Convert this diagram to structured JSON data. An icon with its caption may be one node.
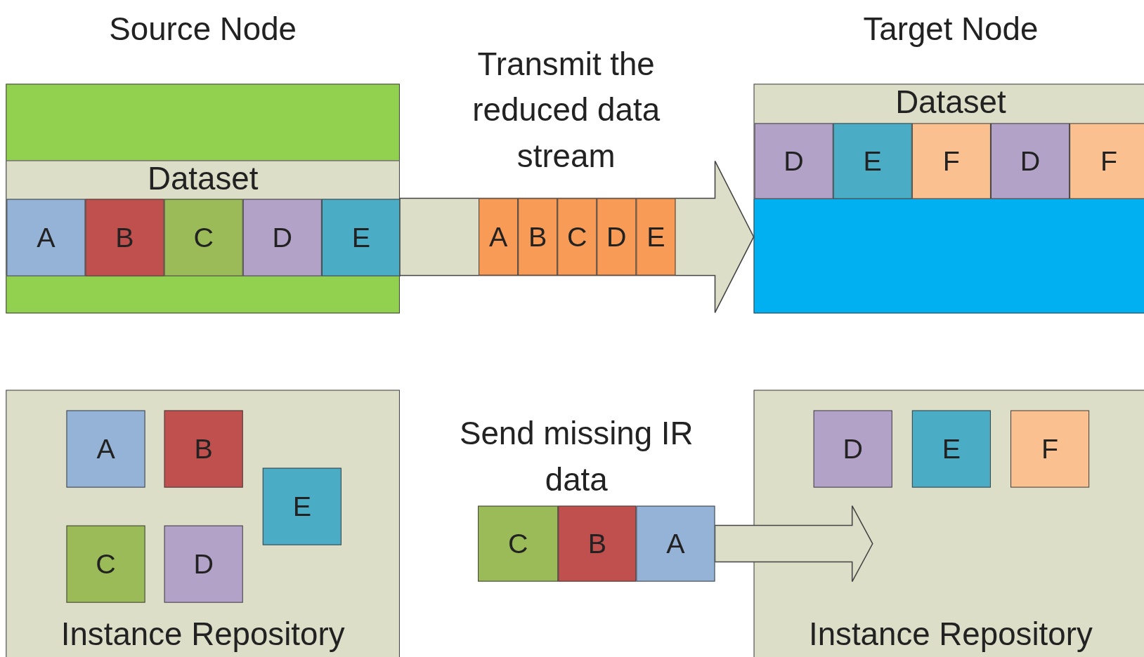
{
  "diagram": {
    "nodes": [
      {
        "text": [
          "Dataset"
        ]
      },
      {
        "text": [
          "A"
        ],
        "in": 0
      },
      {
        "text": [
          "B"
        ],
        "in": 0
      },
      {
        "text": [
          "C"
        ],
        "in": 0
      },
      {
        "text": [
          "D"
        ],
        "in": 0
      },
      {
        "text": [
          "E"
        ],
        "in": 0
      },
      {
        "text": [
          "A"
        ]
      },
      {
        "text": [
          "B"
        ]
      },
      {
        "text": [
          "C"
        ]
      },
      {
        "text": [
          "D"
        ]
      },
      {
        "text": [
          "E"
        ]
      },
      {
        "text": [
          "Dataset"
        ]
      },
      {
        "text": [
          "D"
        ],
        "in": 11
      },
      {
        "text": [
          "E"
        ],
        "in": 11
      },
      {
        "text": [
          "F"
        ],
        "in": 11
      },
      {
        "text": [
          "D"
        ],
        "in": 11
      },
      {
        "text": [
          "F"
        ],
        "in": 11
      },
      {
        "text": [
          "Instance Repository"
        ]
      },
      {
        "text": [
          "A"
        ],
        "in": 17
      },
      {
        "text": [
          "B"
        ],
        "in": 17
      },
      {
        "text": [
          "E"
        ],
        "in": 17
      },
      {
        "text": [
          "C"
        ],
        "in": 17
      },
      {
        "text": [
          "D"
        ],
        "in": 17
      },
      {
        "text": [
          "C"
        ]
      },
      {
        "text": [
          "B"
        ]
      },
      {
        "text": [
          "A"
        ]
      },
      {
        "text": [
          "Instance Repository"
        ]
      },
      {
        "text": [
          "D"
        ],
        "in": 26
      },
      {
        "text": [
          "E"
        ],
        "in": 26
      },
      {
        "text": [
          "F"
        ],
        "in": 26
      }
    ],
    "edges": [
      {
        "from": 0,
        "to": 11,
        "arrow": "to",
        "label": "Transmit the reduced data stream"
      },
      {
        "from": 25,
        "to": 26,
        "arrow": "to",
        "label": "Send missing IR data"
      }
    ],
    "labels": [
      "Source Node",
      "Target Node"
    ]
  }
}
